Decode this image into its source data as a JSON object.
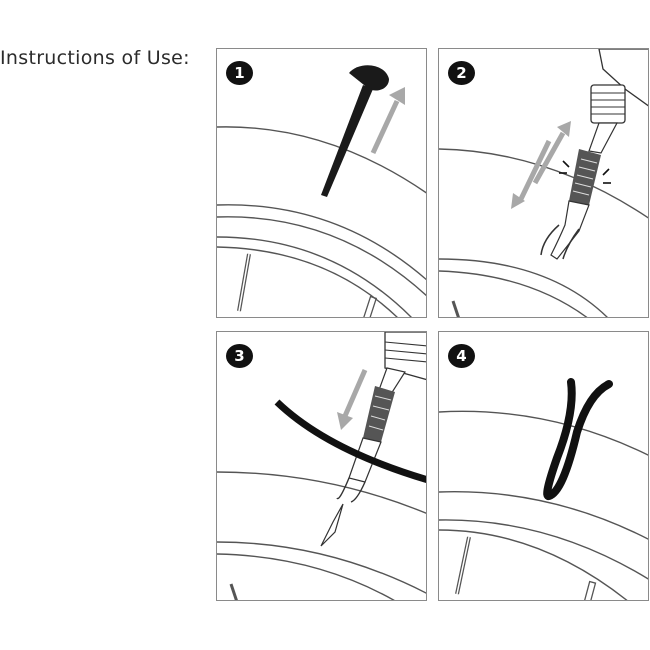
{
  "title": "Instructions of Use:",
  "steps": [
    {
      "number": "1"
    },
    {
      "number": "2"
    },
    {
      "number": "3"
    },
    {
      "number": "4"
    }
  ],
  "colors": {
    "ink": "#111111",
    "tire_line": "#555555",
    "arrow": "#a8a8a8",
    "frame": "#8a8a8a"
  },
  "icons": [
    "nail-icon",
    "reamer-tool-icon",
    "insertion-tool-icon",
    "repair-plug-icon",
    "arrow-icon"
  ]
}
